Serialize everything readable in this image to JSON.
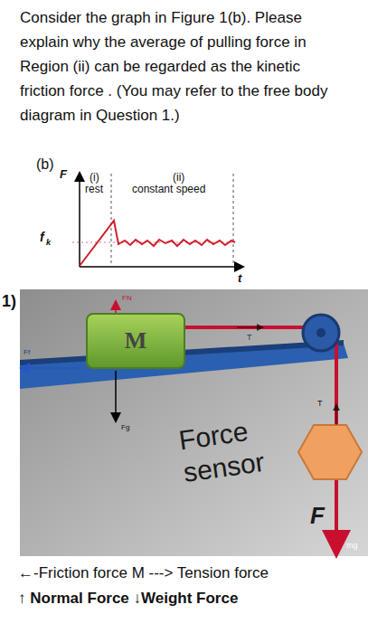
{
  "diagram": {
    "nodes": [
      {
        "text": [
          "M"
        ]
      }
    ],
    "labels": [
      "Consider the graph in Figure 1(b). Please explain why the average of pulling force in Region (ii) can be regarded as the kinetic friction force . (You may refer to the free body diagram in Question 1.)",
      "(b)",
      "F",
      "(i)",
      "rest",
      "(ii)",
      "constant speed",
      "f",
      "k",
      "t",
      "1)",
      "FN",
      "T",
      "Ff",
      "Fg",
      "T",
      "Force sensor",
      "F",
      "mg",
      "←-Friction force M ---> Tension force",
      "↑ Normal Force ↓Weight Force"
    ]
  }
}
